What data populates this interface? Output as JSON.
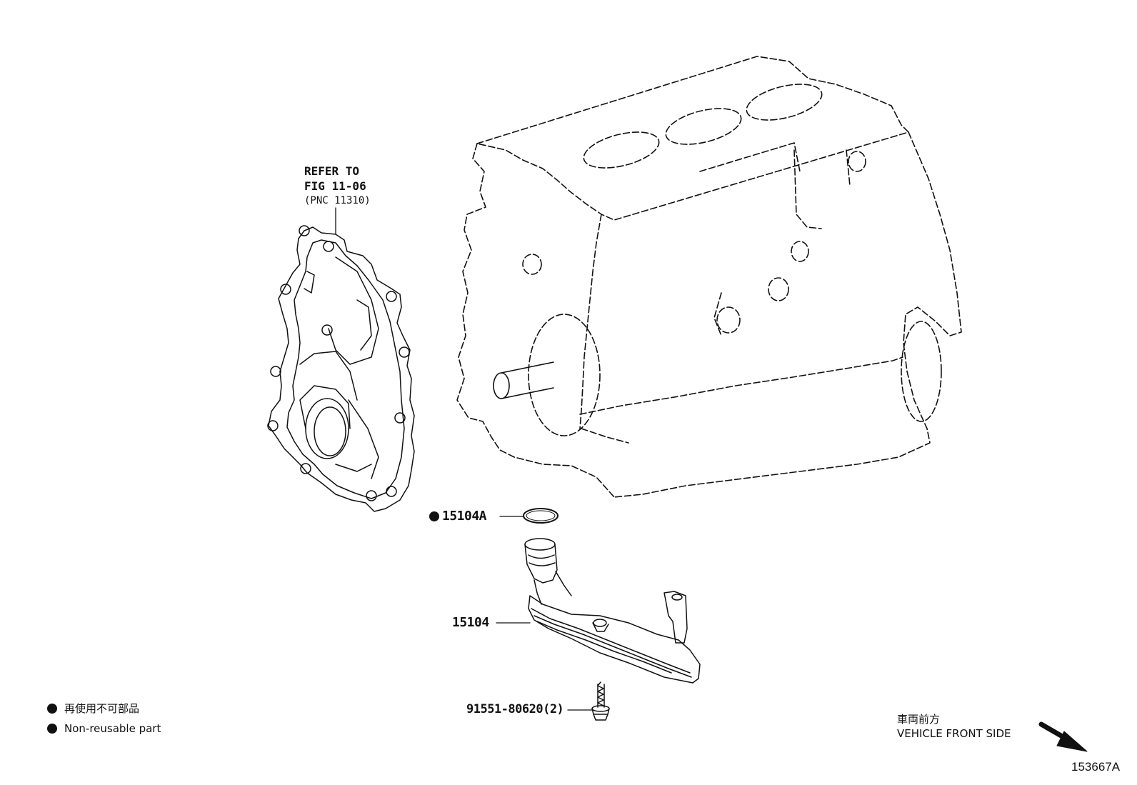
{
  "reference": {
    "line1": "REFER TO",
    "line2": "FIG 11-06",
    "line3": "(PNC 11310)"
  },
  "callouts": {
    "gasket": "15104A",
    "strainer": "15104",
    "bolt": "91551-80620(2)"
  },
  "legend": {
    "jp": "再使用不可部品",
    "en": "Non-reusable part"
  },
  "direction": {
    "jp": "車両前方",
    "en": "VEHICLE FRONT SIDE"
  },
  "figure_id": "153667A",
  "colors": {
    "line": "#111111",
    "background": "#ffffff"
  }
}
